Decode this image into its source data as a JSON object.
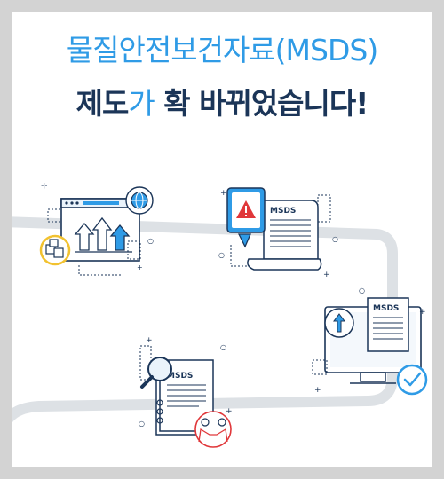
{
  "header": {
    "line1": "물질안전보건자료(MSDS)",
    "line2_part1": "제도",
    "line2_part2": "가",
    "line2_part3": " 확 바뀌었습니다!"
  },
  "illustrations": {
    "doc_label_1": "MSDS",
    "doc_label_2": "MSDS",
    "doc_label_3": "MSDS"
  },
  "colors": {
    "accent_blue": "#2f9be6",
    "navy": "#1b3558",
    "red": "#e0373a",
    "yellow": "#f2c230",
    "road_gray": "#dde1e5",
    "background": "#d3d3d3"
  }
}
